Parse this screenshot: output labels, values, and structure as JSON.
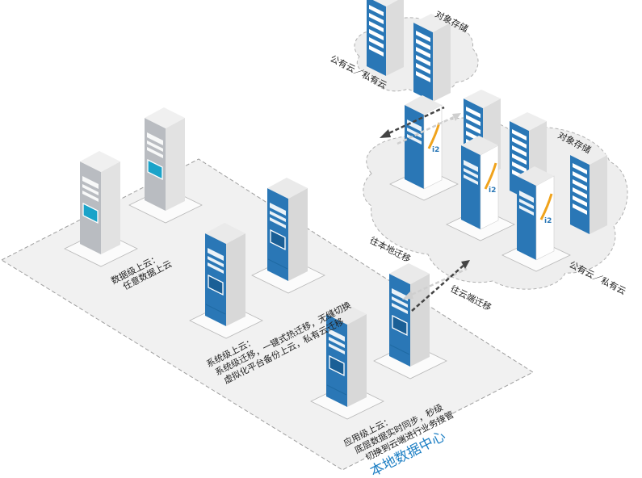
{
  "labels": {
    "top_object_storage": "对象存储",
    "top_cloud": "公有云／私有云",
    "mid_object_storage": "对象存储",
    "mid_cloud": "公有云／私有云",
    "to_local": "往本地迁移",
    "to_cloud": "往云端迁移",
    "datacenter": "本地数据中心",
    "group_data": [
      "数据级上云：",
      "任意数据上云"
    ],
    "group_system": [
      "系统级上云：",
      "系统级迁移，一键式热迁移，无缝切换",
      "虚拟化平台备份上云，私有云迁移"
    ],
    "group_app": [
      "应用级上云：",
      "底层数据实时同步，秒级",
      "切换到云端进行业务接管"
    ]
  },
  "colors": {
    "server_blue": "#2a77b6",
    "server_gray": "#b9bcc1",
    "logo_orange": "#f0a31c",
    "zone_fill": "#f1f1f1",
    "cloud_fill": "#eeeeee",
    "datacenter_label": "#1d7fc4"
  }
}
